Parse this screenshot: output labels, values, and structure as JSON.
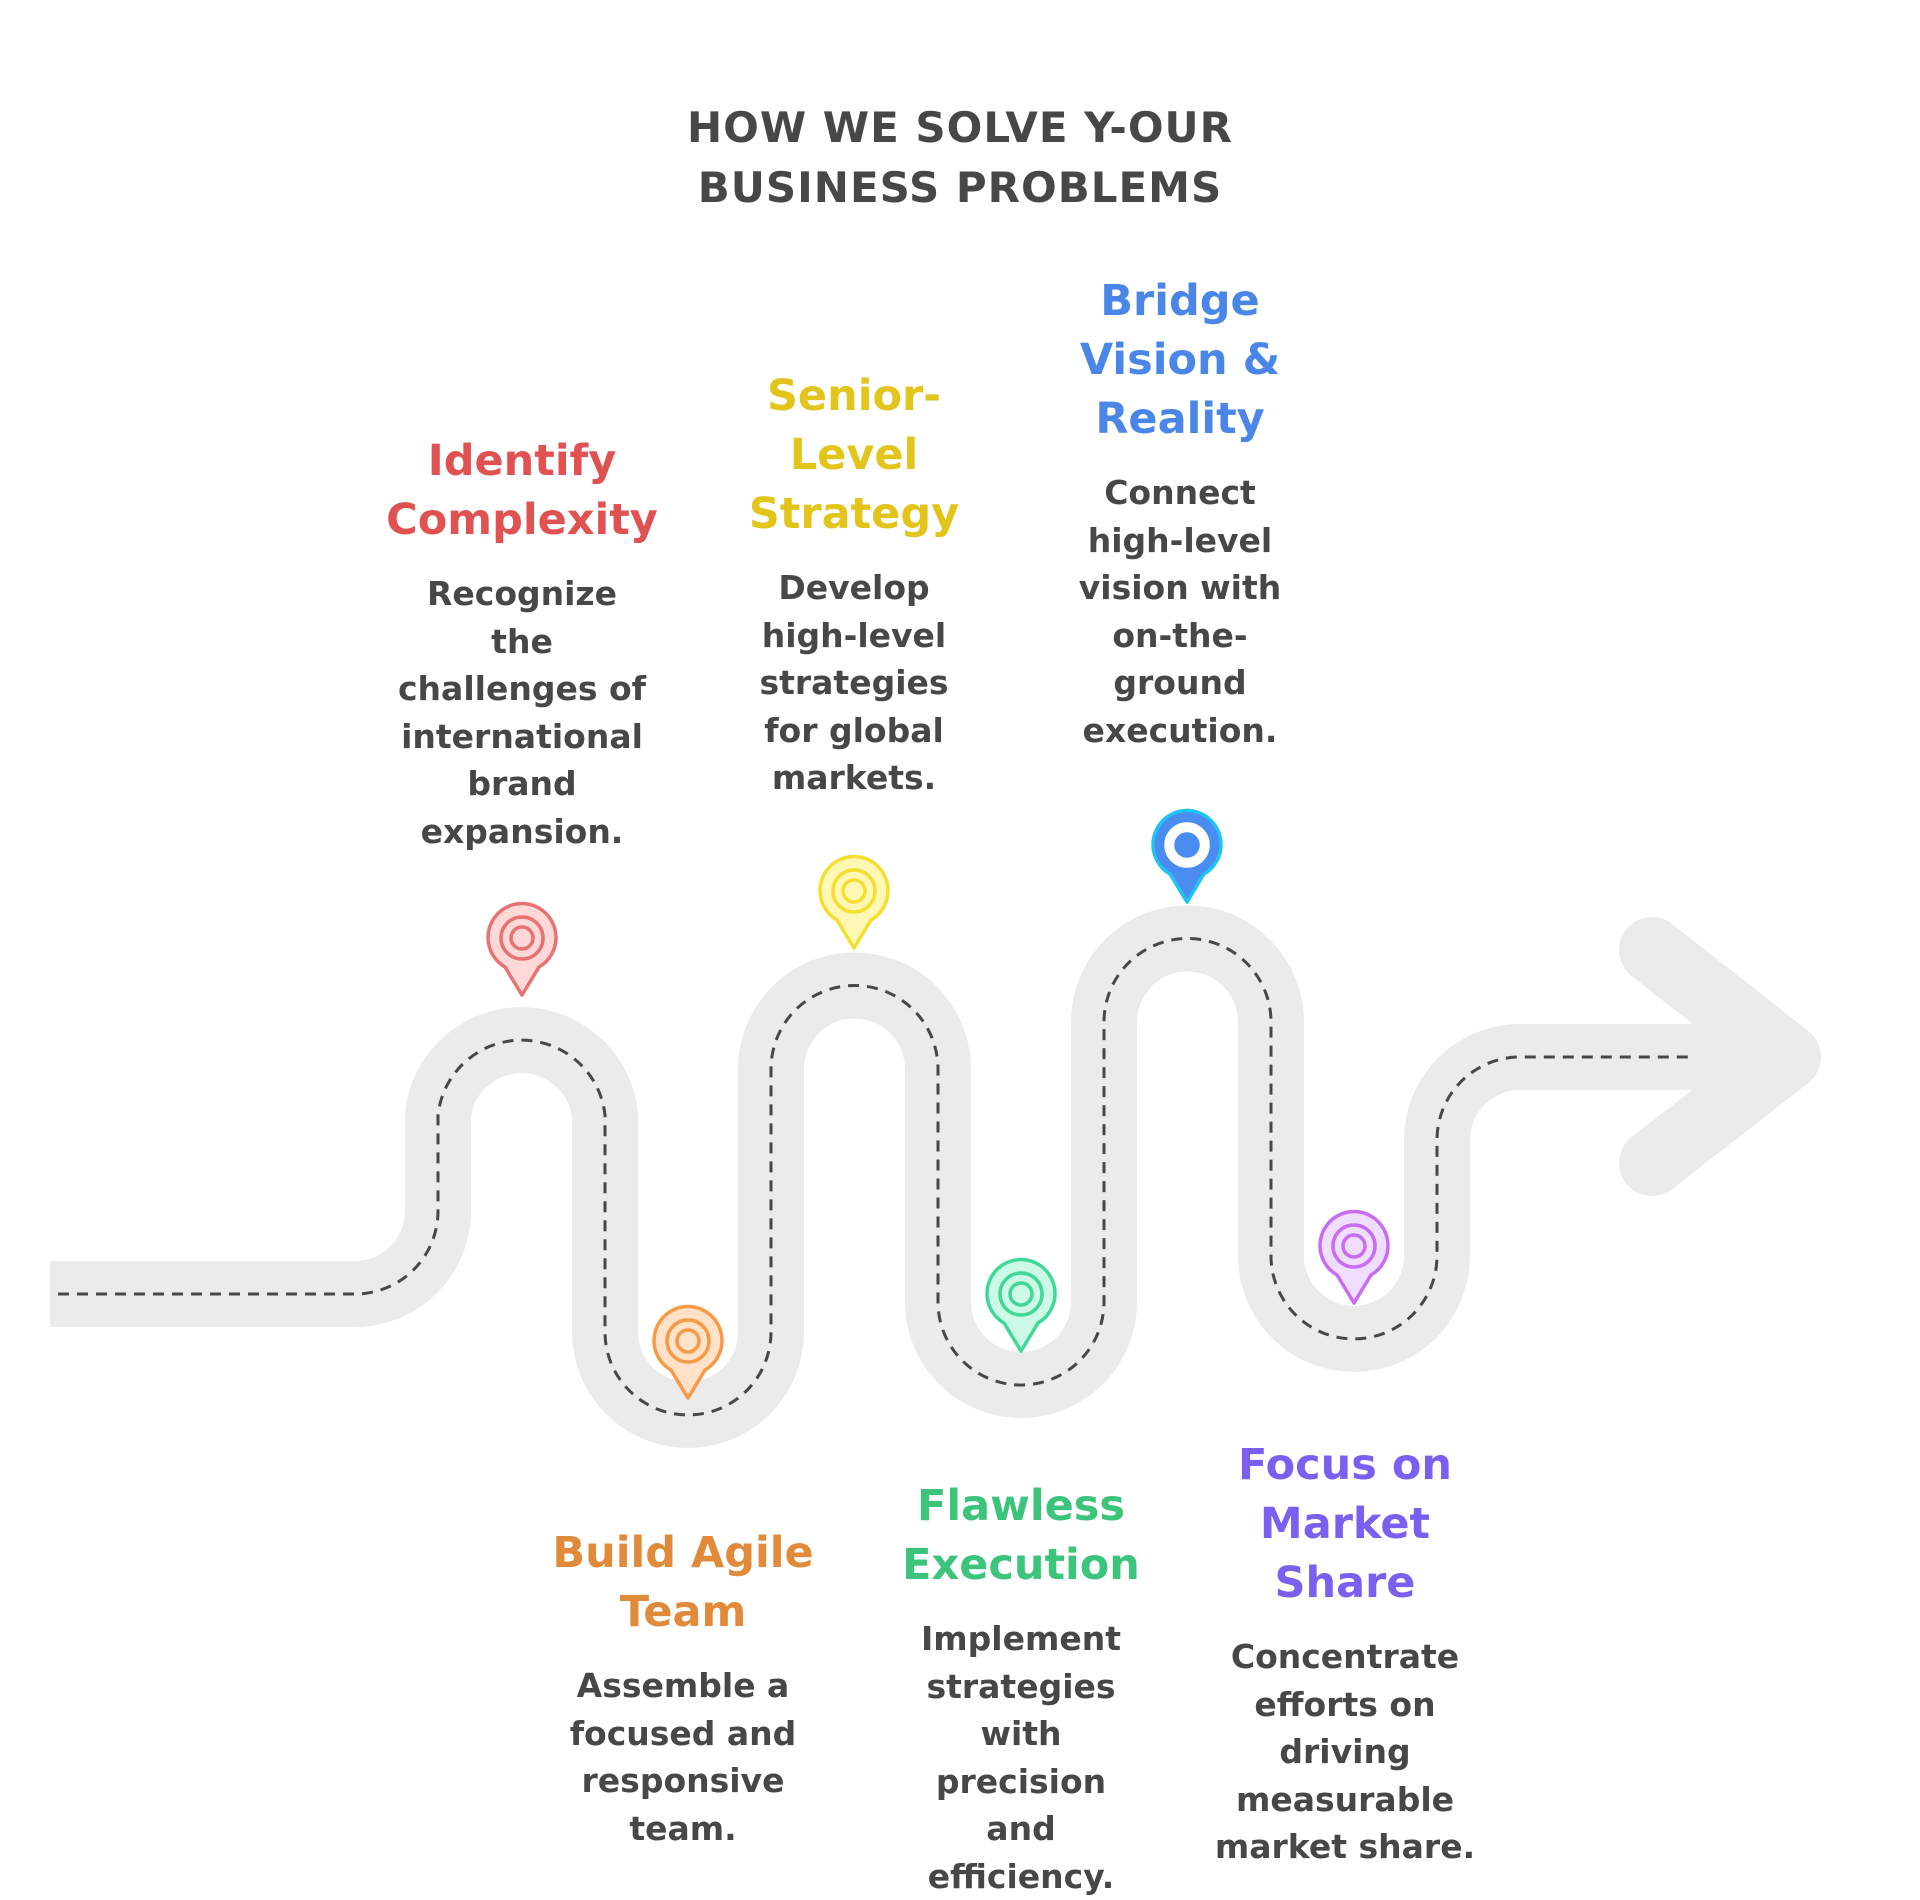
{
  "title": {
    "lines": [
      "HOW WE SOLVE Y-OUR",
      "BUSINESS PROBLEMS"
    ]
  },
  "steps": [
    {
      "id": "identify-complexity",
      "title": [
        "Identify",
        "Complexity"
      ],
      "body": [
        "Recognize",
        "the",
        "challenges of",
        "international",
        "brand",
        "expansion."
      ],
      "color": "#e05252",
      "pin_stroke": "#e87272",
      "pin_fill": "#ffd8d8"
    },
    {
      "id": "build-agile-team",
      "title": [
        "Build Agile",
        "Team"
      ],
      "body": [
        "Assemble a",
        "focused and",
        "responsive",
        "team."
      ],
      "color": "#e08a3a",
      "pin_stroke": "#f69a48",
      "pin_fill": "#ffe2c8"
    },
    {
      "id": "senior-level-strategy",
      "title": [
        "Senior-",
        "Level",
        "Strategy"
      ],
      "body": [
        "Develop",
        "high-level",
        "strategies",
        "for global",
        "markets."
      ],
      "color": "#e2c41a",
      "pin_stroke": "#f5de30",
      "pin_fill": "#fff8b4"
    },
    {
      "id": "flawless-execution",
      "title": [
        "Flawless",
        "Execution"
      ],
      "body": [
        "Implement",
        "strategies",
        "with",
        "precision",
        "and",
        "efficiency."
      ],
      "color": "#3cc47c",
      "pin_stroke": "#40d898",
      "pin_fill": "#ccfae6"
    },
    {
      "id": "bridge-vision-reality",
      "title": [
        "Bridge",
        "Vision &",
        "Reality"
      ],
      "body": [
        "Connect",
        "high-level",
        "vision with",
        "on-the-",
        "ground",
        "execution."
      ],
      "color": "#4a86e8",
      "pin_stroke": "#1ec4f2",
      "pin_fill": "#4a8cf0"
    },
    {
      "id": "focus-market-share",
      "title": [
        "Focus on",
        "Market",
        "Share"
      ],
      "body": [
        "Concentrate",
        "efforts on",
        "driving",
        "measurable",
        "market share."
      ],
      "color": "#7b5ff0",
      "pin_stroke": "#c86cf2",
      "pin_fill": "#efdeff"
    }
  ]
}
